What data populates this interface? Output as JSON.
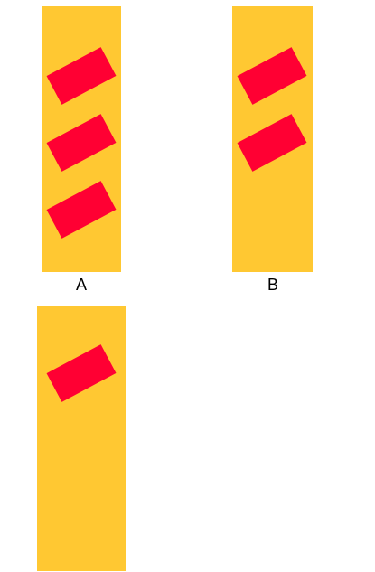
{
  "colors": {
    "panel": "#FFC832",
    "stripe": "#FF0033",
    "label": "#000000",
    "background": "#FFFFFF"
  },
  "figures": [
    {
      "label": "A",
      "stripe_count": 3
    },
    {
      "label": "B",
      "stripe_count": 2
    },
    {
      "label": "",
      "stripe_count": 1
    }
  ]
}
